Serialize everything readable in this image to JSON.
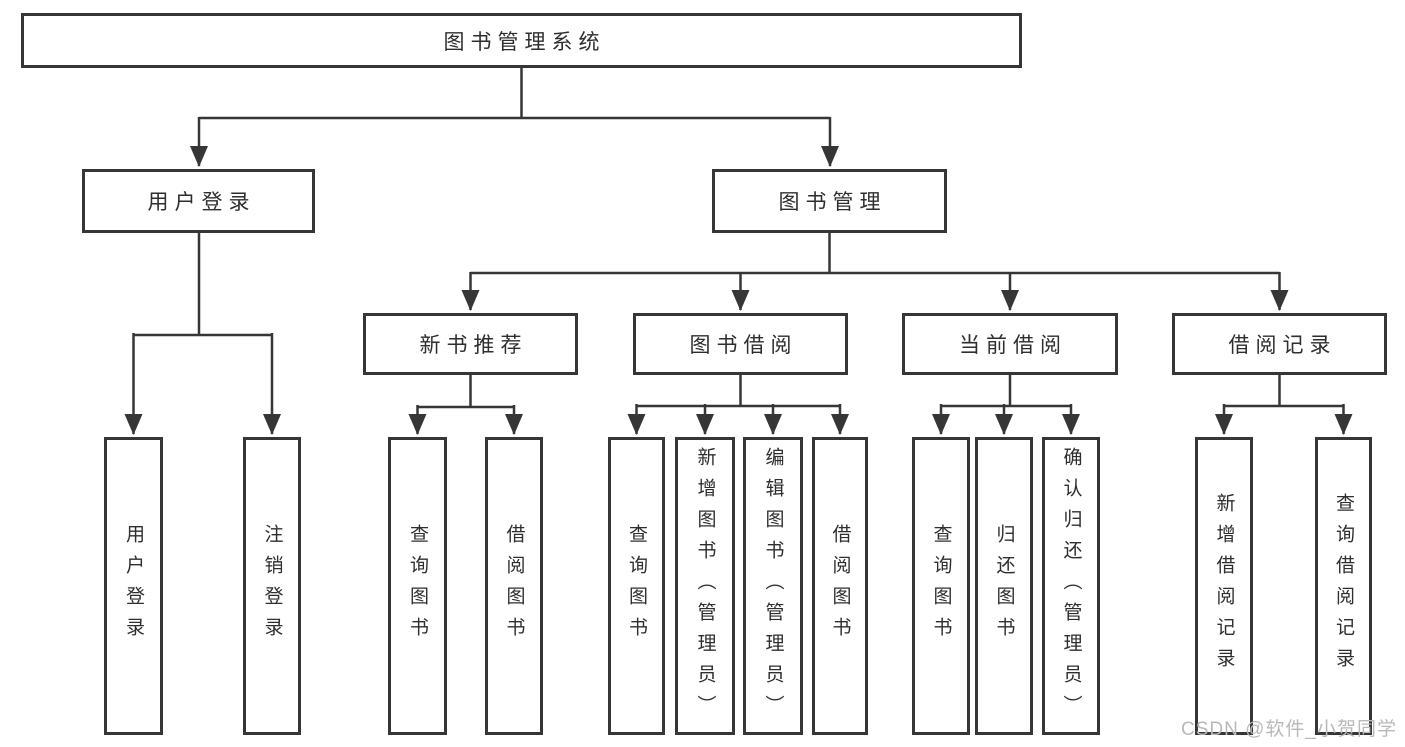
{
  "colors": {
    "line": "#363636",
    "text": "#2e2e2e",
    "box_background": "#ffffff",
    "watermark": "#b9b9b9"
  },
  "tree": {
    "root": "图书管理系统",
    "branches": [
      {
        "label": "用户登录",
        "leaves": [
          "用户登录",
          "注销登录"
        ]
      },
      {
        "label": "图书管理",
        "groups": [
          {
            "label": "新书推荐",
            "leaves": [
              "查询图书",
              "借阅图书"
            ]
          },
          {
            "label": "图书借阅",
            "leaves": [
              "查询图书",
              "新增图书（管理员）",
              "编辑图书（管理员）",
              "借阅图书"
            ]
          },
          {
            "label": "当前借阅",
            "leaves": [
              "查询图书",
              "归还图书",
              "确认归还（管理员）"
            ]
          },
          {
            "label": "借阅记录",
            "leaves": [
              "新增借阅记录",
              "查询借阅记录"
            ]
          }
        ]
      }
    ]
  },
  "watermark": "CSDN @软件_小贺同学"
}
